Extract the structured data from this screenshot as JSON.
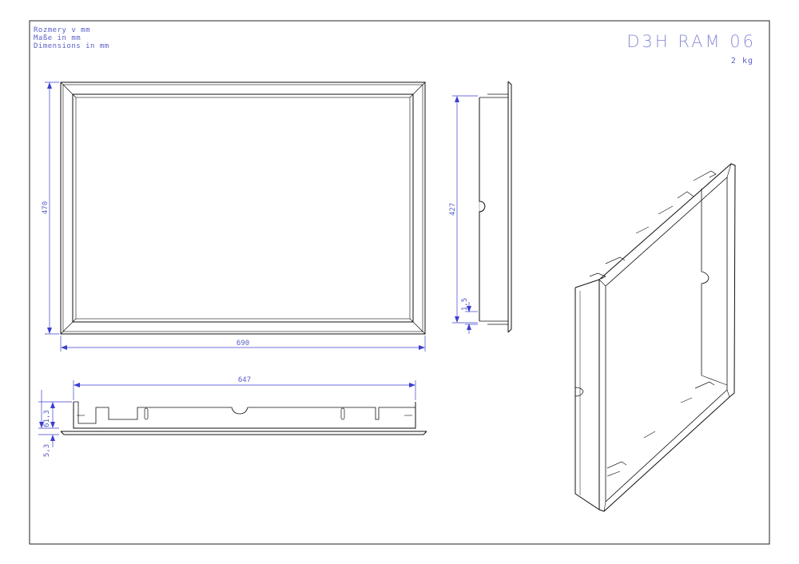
{
  "drawing": {
    "notes": [
      "Rozmery v mm",
      "Maße in mm",
      "Dimensions in mm"
    ],
    "title": "D3H RAM 06",
    "weight": "2 kg",
    "dimensions": {
      "front_width": "690",
      "front_height": "470",
      "side_height": "427",
      "side_offset": "1,5",
      "top_width": "647",
      "top_depth": "61,3",
      "top_flange": "5,3"
    },
    "colors": {
      "line": "#111111",
      "dimension": "#3b3fd0",
      "text": "#5a5fc8"
    }
  }
}
